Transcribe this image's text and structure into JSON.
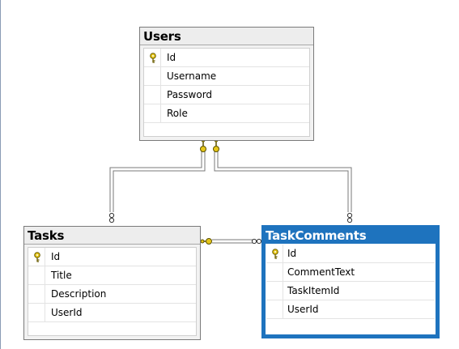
{
  "tables": {
    "users": {
      "title": "Users",
      "columns": [
        {
          "name": "Id",
          "primary_key": true
        },
        {
          "name": "Username",
          "primary_key": false
        },
        {
          "name": "Password",
          "primary_key": false
        },
        {
          "name": "Role",
          "primary_key": false
        }
      ]
    },
    "tasks": {
      "title": "Tasks",
      "columns": [
        {
          "name": "Id",
          "primary_key": true
        },
        {
          "name": "Title",
          "primary_key": false
        },
        {
          "name": "Description",
          "primary_key": false
        },
        {
          "name": "UserId",
          "primary_key": false
        }
      ]
    },
    "task_comments": {
      "title": "TaskComments",
      "selected": true,
      "columns": [
        {
          "name": "Id",
          "primary_key": true
        },
        {
          "name": "CommentText",
          "primary_key": false
        },
        {
          "name": "TaskItemId",
          "primary_key": false
        },
        {
          "name": "UserId",
          "primary_key": false
        }
      ]
    }
  },
  "relationships": [
    {
      "from": "Users",
      "to": "Tasks",
      "type": "one-to-many"
    },
    {
      "from": "Users",
      "to": "TaskComments",
      "type": "one-to-many"
    },
    {
      "from": "Tasks",
      "to": "TaskComments",
      "type": "one-to-many"
    }
  ],
  "colors": {
    "selection": "#1e73be",
    "key": "#e6c619",
    "connector": "#7a7a7a"
  }
}
